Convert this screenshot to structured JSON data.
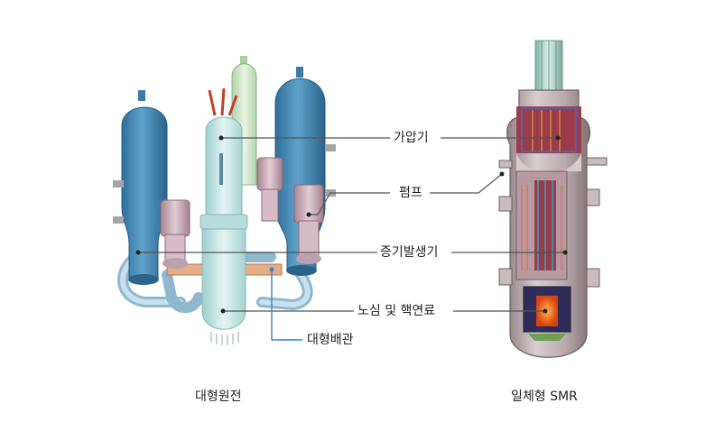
{
  "labels": {
    "pressurizer": "가압기",
    "pump": "펌프",
    "steam_generator": "증기발생기",
    "core_fuel": "노심 및 핵연료",
    "large_piping": "대형배관"
  },
  "captions": {
    "left": "대형원전",
    "right": "일체형 SMR"
  },
  "colors": {
    "sg_blue": "#3f87b3",
    "vessel": "#c6e6e4",
    "pressurizer_green": "#cfe6c4",
    "pump_pink": "#c7a8b4",
    "pipe_blue": "#aacde0",
    "hot_leg": "#e9b48e",
    "leader_line": "#555555",
    "piping_leader": "#3d7fc4",
    "smr_shell": "#b7a9ab",
    "smr_inner": "#9c3b49",
    "core_orange": "#e85b1f"
  }
}
